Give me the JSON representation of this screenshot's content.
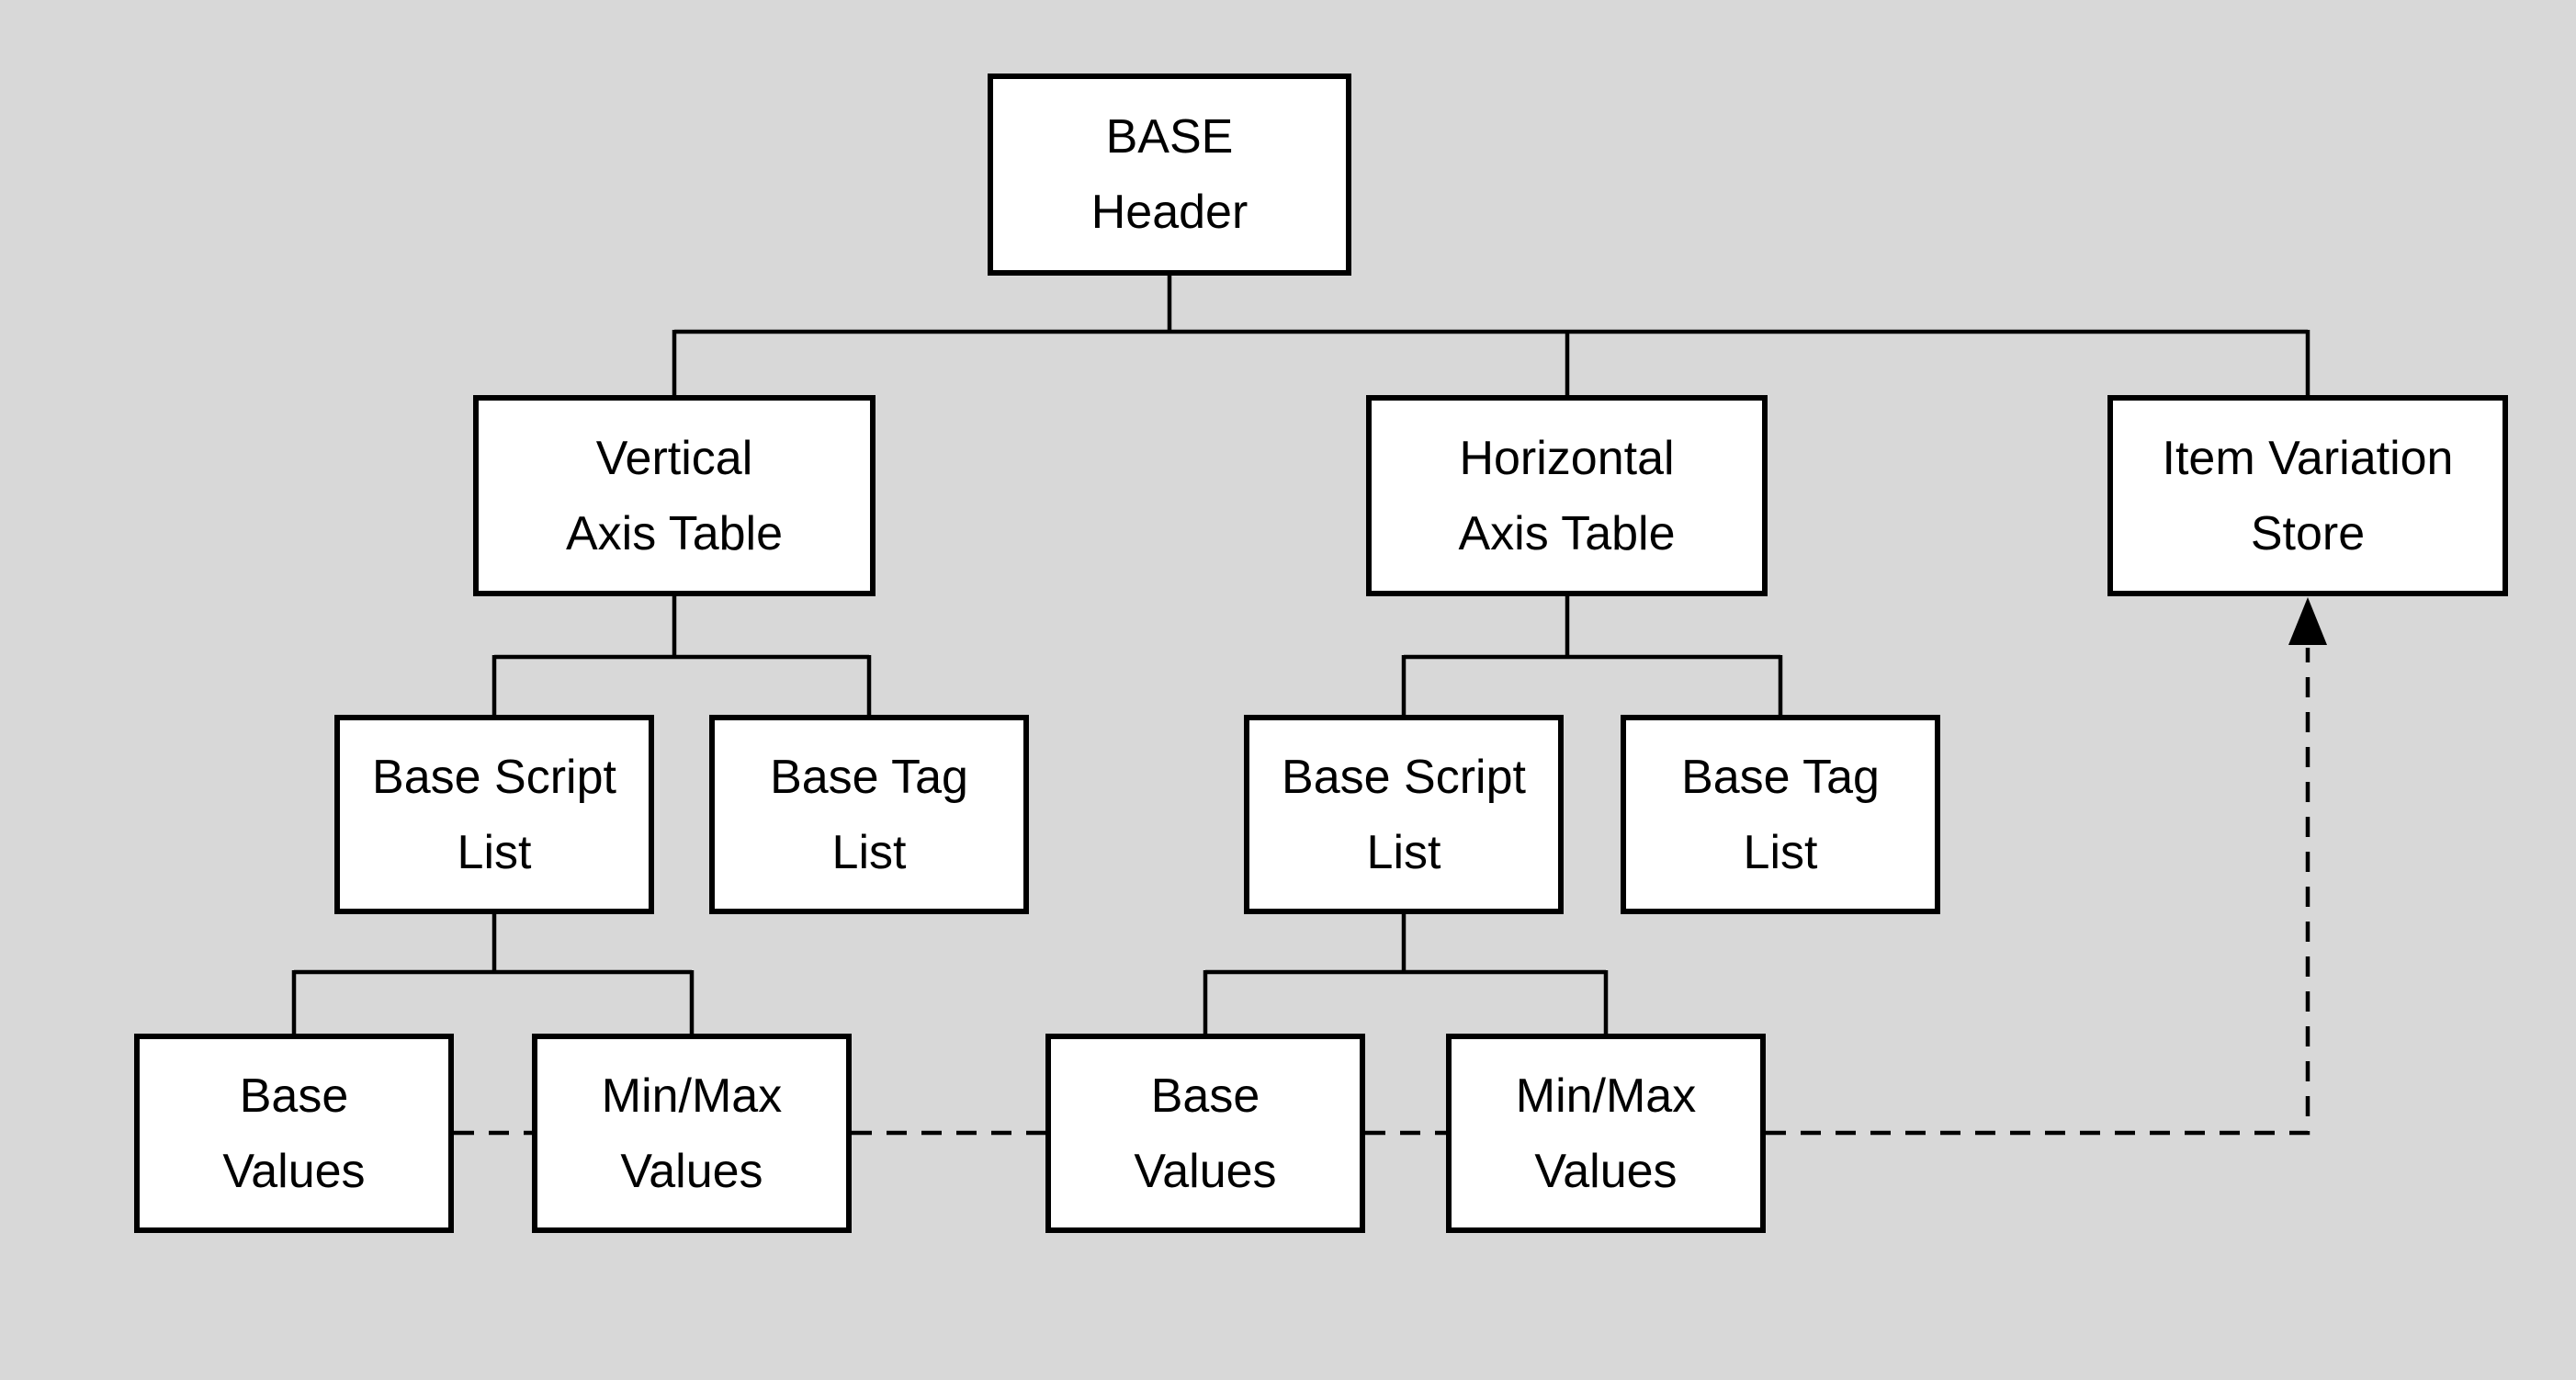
{
  "colors": {
    "background": "#d8d8d8",
    "node_fill": "#ffffff",
    "node_border": "#000000",
    "line": "#000000",
    "text": "#000000"
  },
  "diagram": {
    "nodes": {
      "base_header": {
        "label": "BASE\nHeader"
      },
      "vertical_axis_table": {
        "label": "Vertical\nAxis Table"
      },
      "horizontal_axis_table": {
        "label": "Horizontal\nAxis Table"
      },
      "item_variation_store": {
        "label": "Item Variation\nStore"
      },
      "base_script_list_v": {
        "label": "Base Script\nList"
      },
      "base_tag_list_v": {
        "label": "Base Tag\nList"
      },
      "base_script_list_h": {
        "label": "Base Script\nList"
      },
      "base_tag_list_h": {
        "label": "Base Tag\nList"
      },
      "base_values_v": {
        "label": "Base\nValues"
      },
      "minmax_values_v": {
        "label": "Min/Max\nValues"
      },
      "base_values_h": {
        "label": "Base\nValues"
      },
      "minmax_values_h": {
        "label": "Min/Max\nValues"
      }
    },
    "edges": {
      "solid": [
        {
          "from": "base_header",
          "to": "vertical_axis_table"
        },
        {
          "from": "base_header",
          "to": "horizontal_axis_table"
        },
        {
          "from": "base_header",
          "to": "item_variation_store"
        },
        {
          "from": "vertical_axis_table",
          "to": "base_script_list_v"
        },
        {
          "from": "vertical_axis_table",
          "to": "base_tag_list_v"
        },
        {
          "from": "horizontal_axis_table",
          "to": "base_script_list_h"
        },
        {
          "from": "horizontal_axis_table",
          "to": "base_tag_list_h"
        },
        {
          "from": "base_script_list_v",
          "to": "base_values_v"
        },
        {
          "from": "base_script_list_v",
          "to": "minmax_values_v"
        },
        {
          "from": "base_script_list_h",
          "to": "base_values_h"
        },
        {
          "from": "base_script_list_h",
          "to": "minmax_values_h"
        }
      ],
      "dashed": [
        {
          "from": "base_values_v",
          "to": "minmax_values_v"
        },
        {
          "from": "minmax_values_v",
          "to": "base_values_h"
        },
        {
          "from": "base_values_h",
          "to": "minmax_values_h"
        },
        {
          "from": "minmax_values_h",
          "to": "item_variation_store",
          "arrow": "up"
        }
      ]
    }
  }
}
